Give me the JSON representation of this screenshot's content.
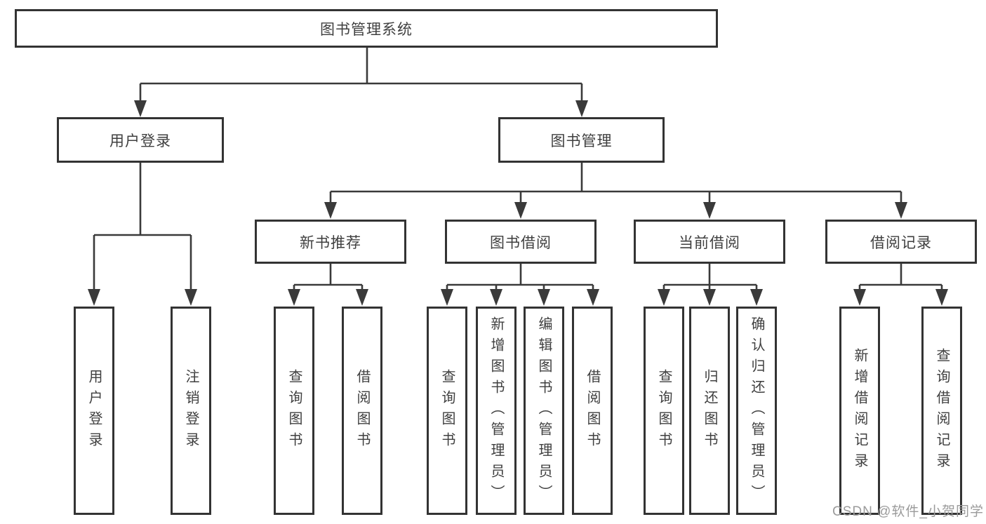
{
  "diagram": {
    "title": "图书管理系统",
    "root": {
      "label": "图书管理系统"
    },
    "level2": [
      {
        "label": "用户登录"
      },
      {
        "label": "图书管理"
      }
    ],
    "level3": [
      {
        "label": "新书推荐"
      },
      {
        "label": "图书借阅"
      },
      {
        "label": "当前借阅"
      },
      {
        "label": "借阅记录"
      }
    ],
    "leaves": {
      "login": [
        {
          "label": "用户登录"
        },
        {
          "label": "注销登录"
        }
      ],
      "recommend": [
        {
          "label": "查询图书"
        },
        {
          "label": "借阅图书"
        }
      ],
      "borrow": [
        {
          "label": "查询图书"
        },
        {
          "label": "新增图书（管理员）"
        },
        {
          "label": "编辑图书（管理员）"
        },
        {
          "label": "借阅图书"
        }
      ],
      "current": [
        {
          "label": "查询图书"
        },
        {
          "label": "归还图书"
        },
        {
          "label": "确认归还（管理员）"
        }
      ],
      "records": [
        {
          "label": "新增借阅记录"
        },
        {
          "label": "查询借阅记录"
        }
      ]
    }
  },
  "colors": {
    "line": "#3a3a3a",
    "box_border": "#333333",
    "text": "#3f3f3f",
    "watermark": "#9b9b9b",
    "background": "#ffffff"
  },
  "watermark": {
    "text": "CSDN @软件_小贺同学"
  }
}
